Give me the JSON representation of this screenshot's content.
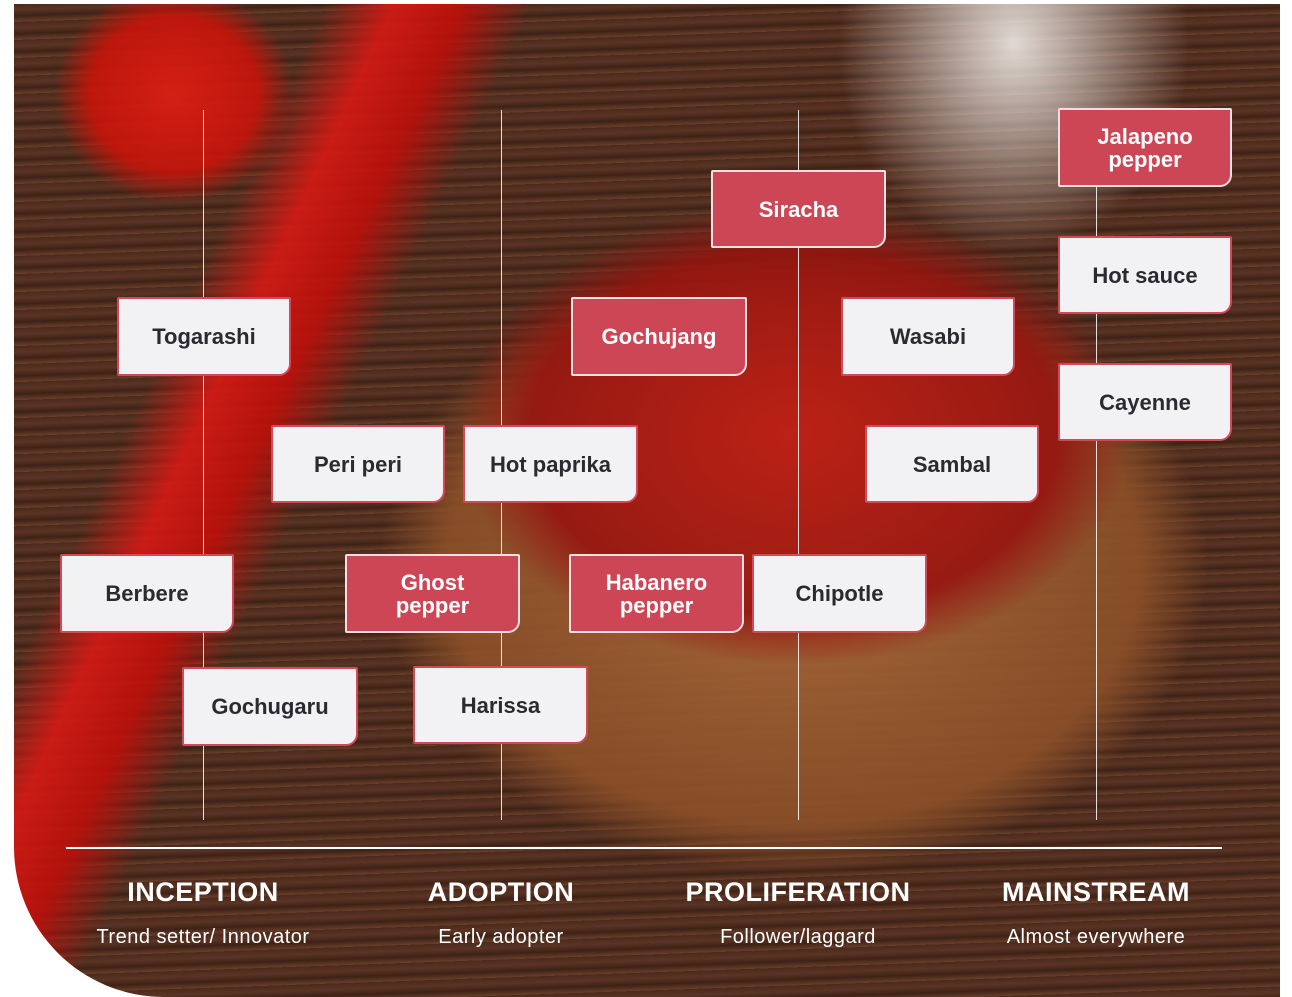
{
  "tags": {
    "jalapeno": "Jalapeno pepper",
    "siracha": "Siracha",
    "hot_sauce": "Hot sauce",
    "togarashi": "Togarashi",
    "gochujang": "Gochujang",
    "wasabi": "Wasabi",
    "cayenne": "Cayenne",
    "peri_peri": "Peri peri",
    "hot_paprika": "Hot paprika",
    "sambal": "Sambal",
    "berbere": "Berbere",
    "ghost_pepper": "Ghost pepper",
    "habanero": "Habanero pepper",
    "chipotle": "Chipotle",
    "gochugaru": "Gochugaru",
    "harissa": "Harissa"
  },
  "stages": [
    {
      "title": "INCEPTION",
      "subtitle": "Trend setter/ Innovator"
    },
    {
      "title": "ADOPTION",
      "subtitle": "Early adopter"
    },
    {
      "title": "PROLIFERATION",
      "subtitle": "Follower/laggard"
    },
    {
      "title": "MAINSTREAM",
      "subtitle": "Almost everywhere"
    }
  ],
  "colors": {
    "highlight_tag": "#cd4656",
    "standard_tag": "#f2f2f4",
    "text_on_standard": "#2a2a30"
  }
}
